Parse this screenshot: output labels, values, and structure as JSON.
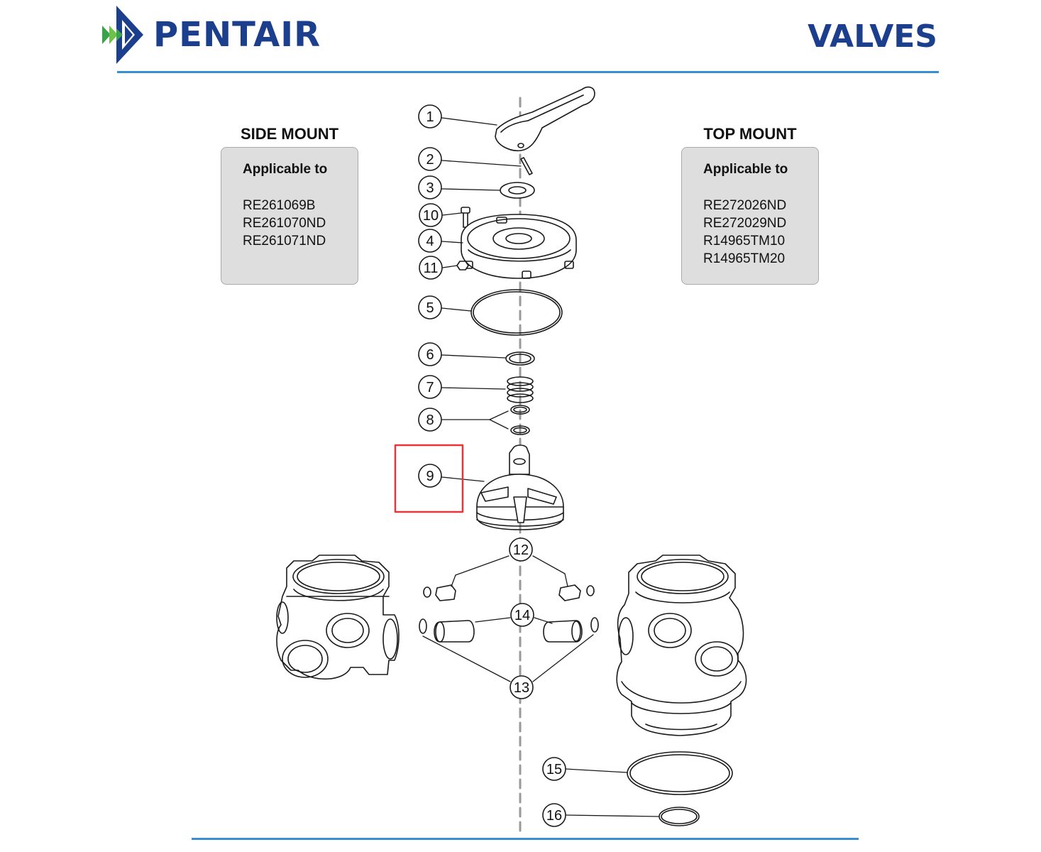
{
  "header": {
    "brand": "PENTAIR",
    "section": "VALVES",
    "accent_color": "#1b3f8c",
    "rule_color": "#3a8fd0"
  },
  "side_mount": {
    "title": "SIDE MOUNT",
    "applicable_label": "Applicable to",
    "models": [
      "RE261069B",
      "RE261070ND",
      "RE261071ND"
    ]
  },
  "top_mount": {
    "title": "TOP MOUNT",
    "applicable_label": "Applicable to",
    "models": [
      "RE272026ND",
      "RE272029ND",
      "R14965TM10",
      "R14965TM20"
    ]
  },
  "callouts": {
    "c1": "1",
    "c2": "2",
    "c3": "3",
    "c4": "4",
    "c5": "5",
    "c6": "6",
    "c7": "7",
    "c8": "8",
    "c9": "9",
    "c10": "10",
    "c11": "11",
    "c12": "12",
    "c13": "13",
    "c14": "14",
    "c15": "15",
    "c16": "16"
  },
  "highlight": {
    "callout": "9",
    "color": "#e8343a"
  }
}
